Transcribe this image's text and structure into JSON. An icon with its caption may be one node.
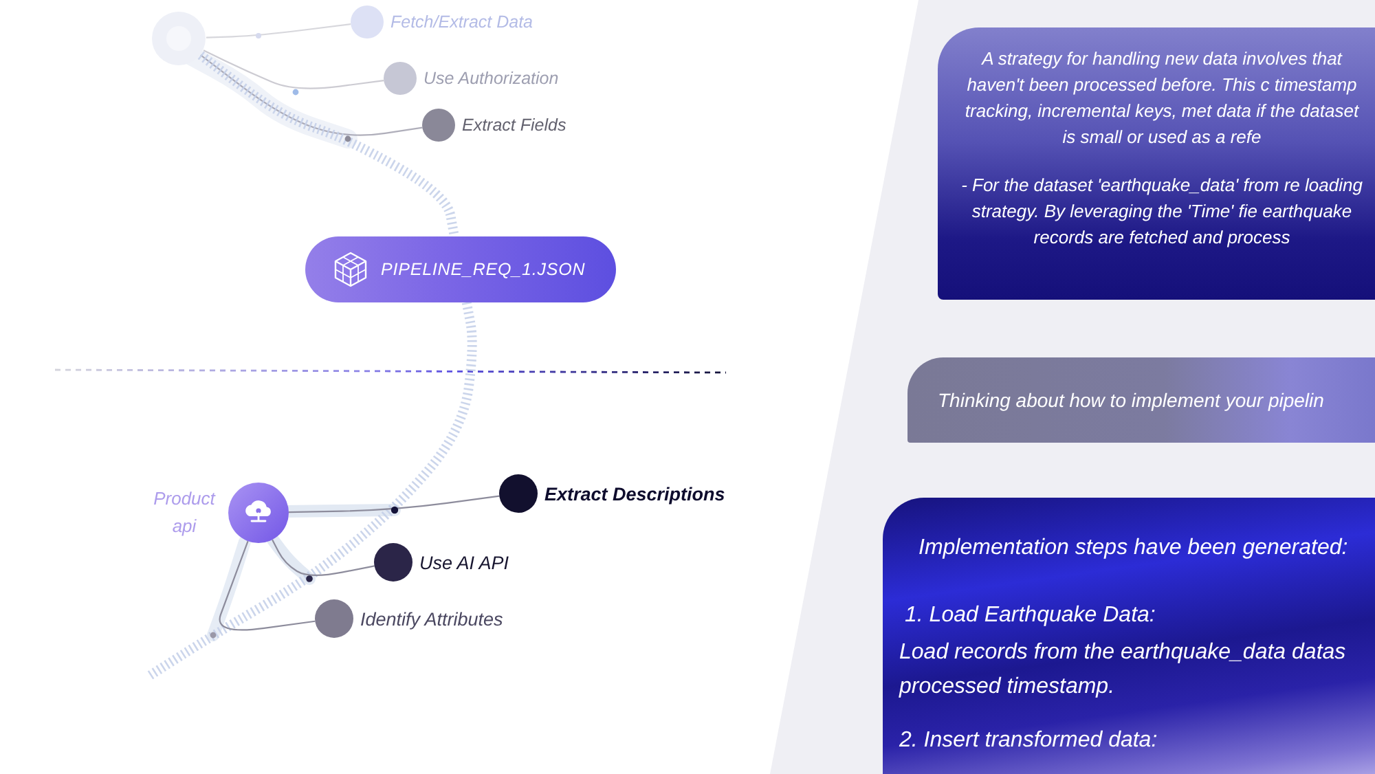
{
  "diagram": {
    "nodes": [
      {
        "text": [],
        "shape": "circle"
      },
      {
        "text": [
          "Fetch/Extract Data"
        ]
      },
      {
        "text": [
          "Use Authorization"
        ]
      },
      {
        "text": [
          "Extract Fields"
        ]
      },
      {
        "text": [
          "PIPELINE_REQ_1.JSON"
        ]
      },
      {
        "text": [
          "Product api"
        ]
      },
      {
        "text": [
          "Extract Descriptions"
        ]
      },
      {
        "text": [
          "Use AI API"
        ]
      },
      {
        "text": [
          "Identify Attributes"
        ]
      },
      {
        "text": [
          "A strategy for handling new data involves that haven't been processed before. This c timestamp tracking, incremental keys, met data if the dataset is small or used as a refe",
          "- For the dataset 'earthquake_data' from re loading strategy. By leveraging the 'Time' fie earthquake records are fetched and process"
        ]
      },
      {
        "text": [
          "Thinking about how to implement your pipelin"
        ]
      },
      {
        "text": [
          "Implementation steps have been generated:",
          "1. Load Earthquake Data:",
          "Load records from the earthquake_data datas processed timestamp.",
          "2. Insert transformed data:"
        ]
      }
    ],
    "edges": [
      {
        "from": 0,
        "to": 1,
        "arrow": "none"
      },
      {
        "from": 0,
        "to": 2,
        "arrow": "none"
      },
      {
        "from": 0,
        "to": 3,
        "arrow": "none"
      },
      {
        "from": 0,
        "to": 4,
        "arrow": "none",
        "style": "dashed"
      },
      {
        "from": 4,
        "to": null,
        "arrow": "none",
        "style": "dashed"
      },
      {
        "from": 5,
        "to": 6,
        "arrow": "none"
      },
      {
        "from": 5,
        "to": 7,
        "arrow": "none"
      },
      {
        "from": 5,
        "to": 8,
        "arrow": "none"
      }
    ]
  }
}
